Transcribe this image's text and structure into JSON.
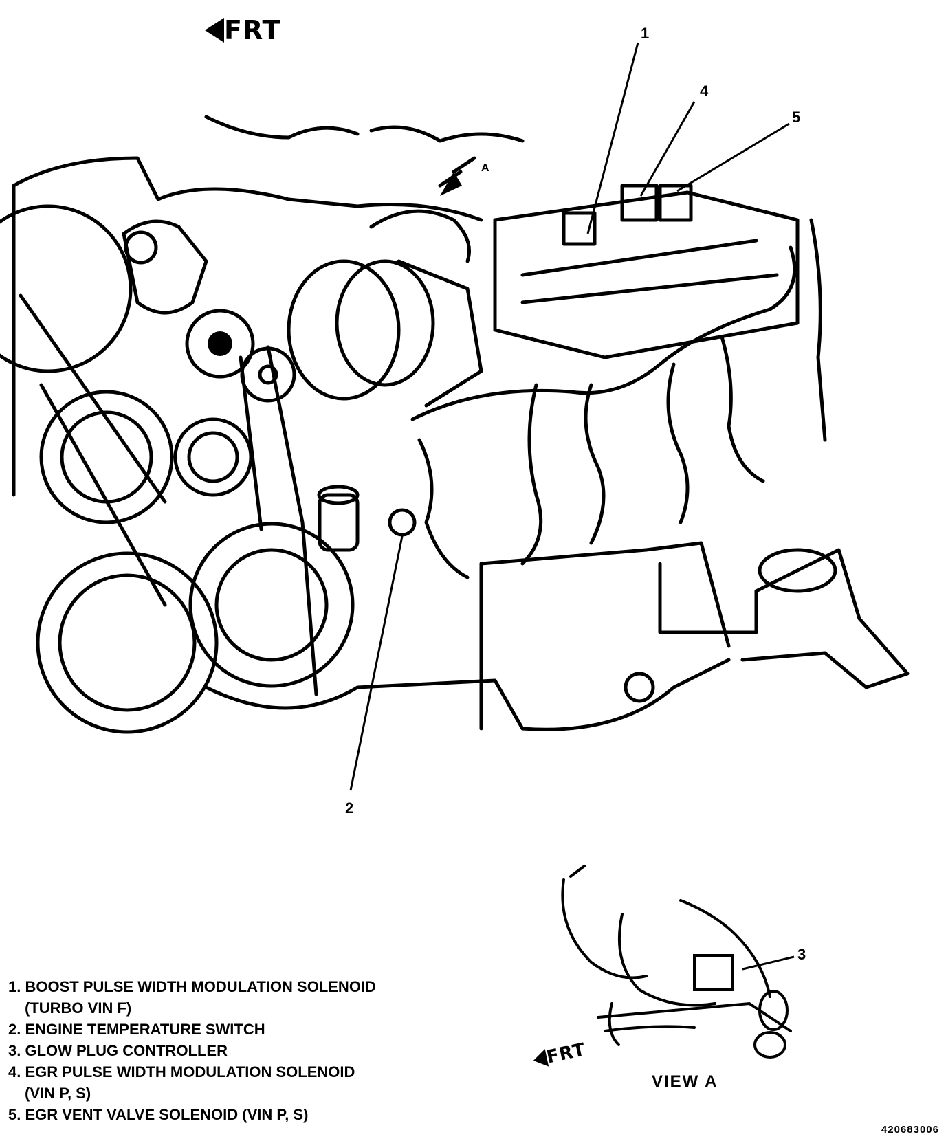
{
  "diagram": {
    "orientation_main": "FRT",
    "orientation_view": "FRT",
    "view_tag": "A",
    "view_label": "VIEW A",
    "figure_id": "420683006",
    "callouts": [
      {
        "number": "1",
        "text": "BOOST PULSE WIDTH MODULATION SOLENOID",
        "subtext": "(TURBO VIN F)"
      },
      {
        "number": "2",
        "text": "ENGINE TEMPERATURE SWITCH",
        "subtext": ""
      },
      {
        "number": "3",
        "text": "GLOW PLUG CONTROLLER",
        "subtext": ""
      },
      {
        "number": "4",
        "text": "EGR PULSE WIDTH MODULATION SOLENOID",
        "subtext": "(VIN P, S)"
      },
      {
        "number": "5",
        "text": "EGR VENT VALVE SOLENOID (VIN P, S)",
        "subtext": ""
      }
    ],
    "legend": [
      "1. BOOST PULSE WIDTH MODULATION SOLENOID",
      "(TURBO VIN F)",
      "2. ENGINE TEMPERATURE SWITCH",
      "3. GLOW PLUG CONTROLLER",
      "4. EGR PULSE WIDTH MODULATION SOLENOID",
      "(VIN P, S)",
      "5. EGR VENT VALVE SOLENOID (VIN P, S)"
    ]
  }
}
